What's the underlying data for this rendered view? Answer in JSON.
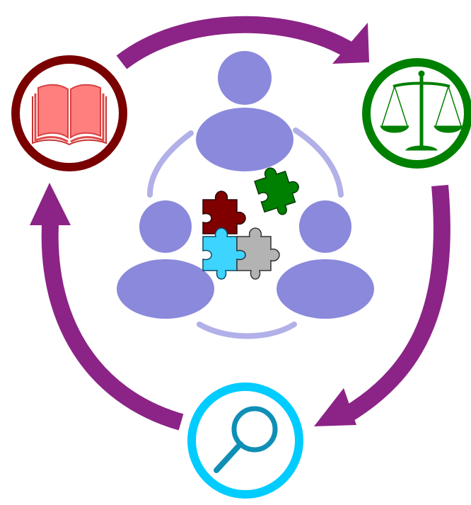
{
  "colors": {
    "arrow": "#8b2486",
    "people": "#8a89dc",
    "people_arc": "#b1b0e8",
    "book_ring": "#7a0000",
    "book": "#ff7f7f",
    "scales_ring": "#008000",
    "search_ring": "#00ccff",
    "search_glass": "#0f8fb5",
    "puzzle_red": "#800000",
    "puzzle_green": "#008000",
    "puzzle_blue": "#3dd4ff",
    "puzzle_gray": "#b3b3b3"
  },
  "nodes": {
    "book": {
      "icon": "book-icon"
    },
    "scales": {
      "icon": "scales-icon"
    },
    "search": {
      "icon": "magnifier-icon"
    }
  },
  "center": {
    "icon": "people-group-icon",
    "pieces": [
      "puzzle-piece-red",
      "puzzle-piece-green",
      "puzzle-piece-blue",
      "puzzle-piece-gray"
    ]
  }
}
